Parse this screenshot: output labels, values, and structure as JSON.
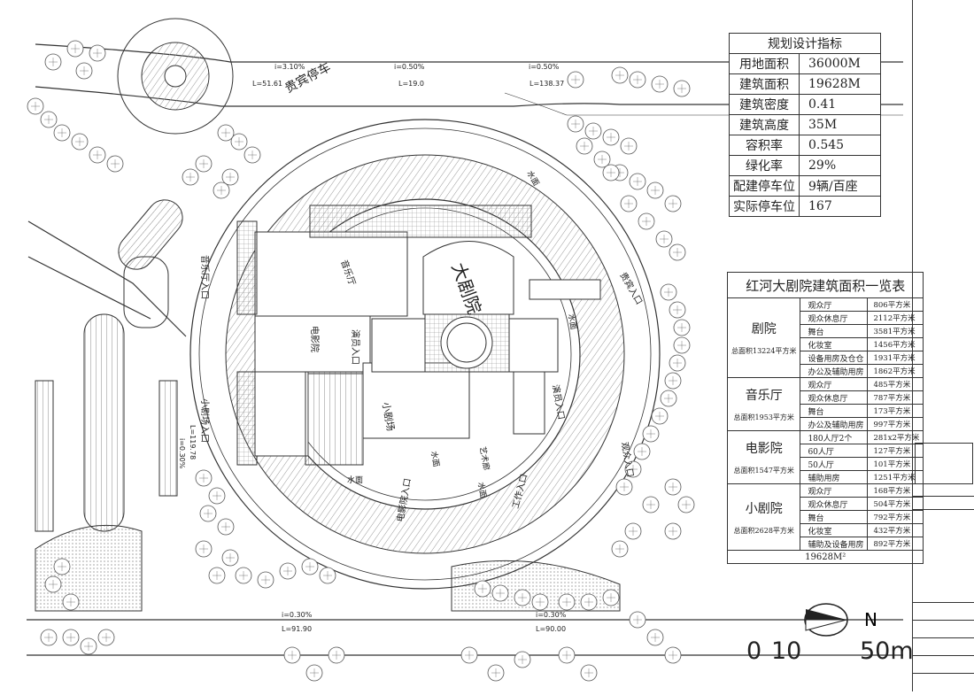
{
  "plan_labels": {
    "vip_parking": "贵宾停车",
    "grand_theatre": "大剧院",
    "music_hall": "音乐厅",
    "cinema": "电影院",
    "small_theatre": "小剧场",
    "music_hall_entrance": "音乐厅入口",
    "small_theatre_entrance": "小剧场入口",
    "actor_entrance_1": "演员入口",
    "actor_entrance_2": "演员入口",
    "cinema_entrance": "电影院入口",
    "vip_entrance": "贵宾入口",
    "audience_entrance": "观众入口",
    "workshop_entrance": "工作入口",
    "arts_corridor": "艺术廊",
    "water_1": "水面",
    "water_2": "水面",
    "water_3": "水面",
    "water_4": "水面",
    "water_5": "水面",
    "slope_1": "i=3.10%",
    "slope_2": "i=0.50%",
    "slope_3": "i=0.50%",
    "len_1": "L=51.61",
    "len_2": "L=19.0",
    "len_3": "L=138.37",
    "slope_4": "i=0.30%",
    "slope_5": "i=0.30%",
    "len_4": "L=91.90",
    "len_5": "L=90.00",
    "slope_6": "i=0.30%",
    "len_6": "L=119.78"
  },
  "design_index": {
    "title": "规划设计指标",
    "rows": [
      {
        "label": "用地面积",
        "value": "36000M"
      },
      {
        "label": "建筑面积",
        "value": "19628M"
      },
      {
        "label": "建筑密度",
        "value": "0.41"
      },
      {
        "label": "建筑高度",
        "value": "35M"
      },
      {
        "label": "容积率",
        "value": "0.545"
      },
      {
        "label": "绿化率",
        "value": "29%"
      },
      {
        "label": "配建停车位",
        "value": "9辆/百座"
      },
      {
        "label": "实际停车位",
        "value": "167"
      }
    ]
  },
  "area_table": {
    "title": "红河大剧院建筑面积一览表",
    "groups": [
      {
        "name": "剧院",
        "total": "总面积13224平方米",
        "items": [
          {
            "item": "观众厅",
            "area": "806平方米"
          },
          {
            "item": "观众休息厅",
            "area": "2112平方米"
          },
          {
            "item": "舞台",
            "area": "3581平方米"
          },
          {
            "item": "化妆室",
            "area": "1456平方米"
          },
          {
            "item": "设备用房及仓仓",
            "area": "1931平方米"
          },
          {
            "item": "办公及辅助用房",
            "area": "1862平方米"
          }
        ]
      },
      {
        "name": "音乐厅",
        "total": "总面积1953平方米",
        "items": [
          {
            "item": "观众厅",
            "area": "485平方米"
          },
          {
            "item": "观众休息厅",
            "area": "787平方米"
          },
          {
            "item": "舞台",
            "area": "173平方米"
          },
          {
            "item": "办公及辅助用房",
            "area": "997平方米"
          }
        ]
      },
      {
        "name": "电影院",
        "total": "总面积1547平方米",
        "items": [
          {
            "item": "180人厅2个",
            "area": "281x2平方米"
          },
          {
            "item": "60人厅",
            "area": "127平方米"
          },
          {
            "item": "50人厅",
            "area": "101平方米"
          },
          {
            "item": "辅助用房",
            "area": "1251平方米"
          }
        ]
      },
      {
        "name": "小剧院",
        "total": "总面积2628平方米",
        "items": [
          {
            "item": "观众厅",
            "area": "168平方米"
          },
          {
            "item": "观众休息厅",
            "area": "504平方米"
          },
          {
            "item": "舞台",
            "area": "792平方米"
          },
          {
            "item": "化妆室",
            "area": "432平方米"
          },
          {
            "item": "辅助及设备用房",
            "area": "892平方米"
          }
        ]
      }
    ],
    "grand_total": "19628M²"
  },
  "scale_bar": {
    "zero": "0",
    "ten": "10",
    "fifty": "50m"
  },
  "north_label": "N",
  "colors": {
    "line": "#333333",
    "hatch": "#888888",
    "tree": "#555555",
    "water": "#bbbbbb"
  }
}
